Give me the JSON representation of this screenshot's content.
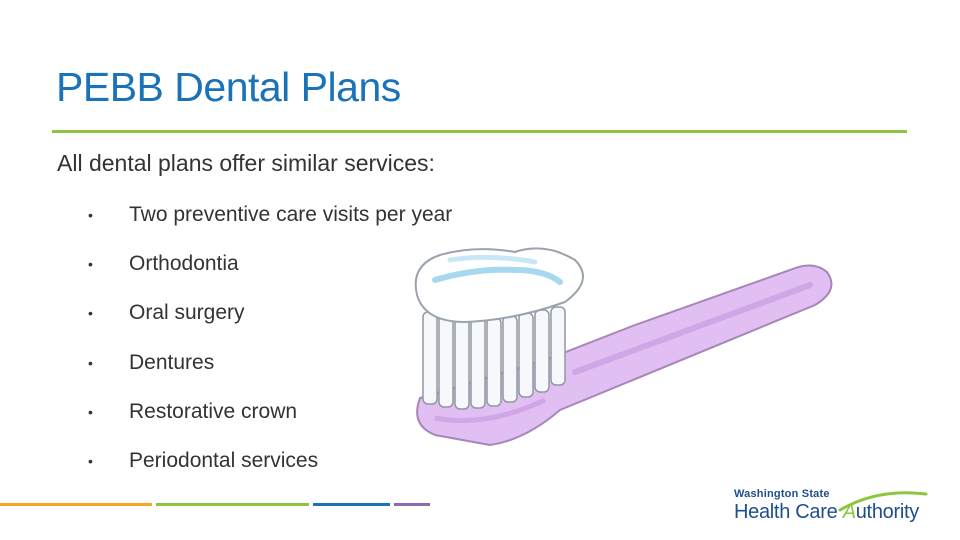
{
  "slide": {
    "title": "PEBB Dental Plans",
    "intro": "All dental plans offer similar services:",
    "bullets": [
      "Two preventive care visits per year",
      "Orthodontia",
      "Oral surgery",
      "Dentures",
      "Restorative crown",
      "Periodontal services"
    ],
    "bullet_char": "•"
  },
  "logo": {
    "line1": "Washington State",
    "line2_prefix": "Health Care ",
    "line2_suffix": "uthority"
  },
  "colors": {
    "title": "#1a73b8",
    "rule": "#8cc63f",
    "footer_orange": "#f5a623",
    "footer_green": "#8cc63f",
    "footer_blue": "#1a73b8",
    "footer_purple": "#8e6bb0",
    "logo_blue": "#1f4e8c"
  }
}
